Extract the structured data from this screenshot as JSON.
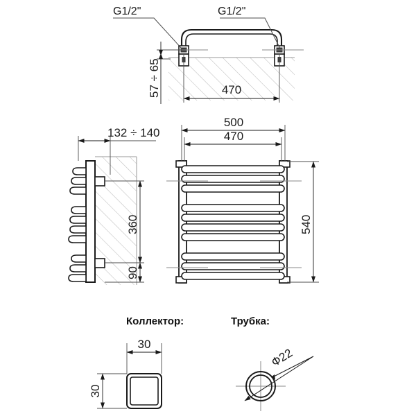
{
  "drawing": {
    "type": "technical-drawing",
    "subject": "heated-towel-rail-radiator",
    "units": "mm",
    "line_color": "#1a1a1a",
    "thin_line_color": "#4d4d4d",
    "hatch_color": "#b8b8b8",
    "center_line_color": "#808080",
    "background": "#ffffff"
  },
  "views": {
    "top_view": {
      "name": "top-view",
      "labels": {
        "thread_left": "G1/2\"",
        "thread_right": "G1/2\""
      },
      "dimensions": {
        "wall_offset": "57 ÷ 65",
        "connector_spacing": "470"
      }
    },
    "side_view": {
      "name": "side-view",
      "dimensions": {
        "depth": "132 ÷ 140",
        "upper_bracket_span": "360",
        "lower_bracket_offset": "90"
      }
    },
    "front_view": {
      "name": "front-view",
      "dimensions": {
        "overall_width": "500",
        "tube_width": "470",
        "overall_height": "540"
      },
      "rows": [
        {
          "group": 1,
          "tubes": 3
        },
        {
          "group": 2,
          "tubes": 4
        },
        {
          "group": 3,
          "tubes": 3
        }
      ]
    }
  },
  "details": {
    "collector": {
      "title": "Коллектор:",
      "width": "30",
      "height": "30",
      "shape": "square-profile"
    },
    "tube": {
      "title": "Трубка:",
      "diameter": "Ф22",
      "shape": "round-profile"
    }
  }
}
